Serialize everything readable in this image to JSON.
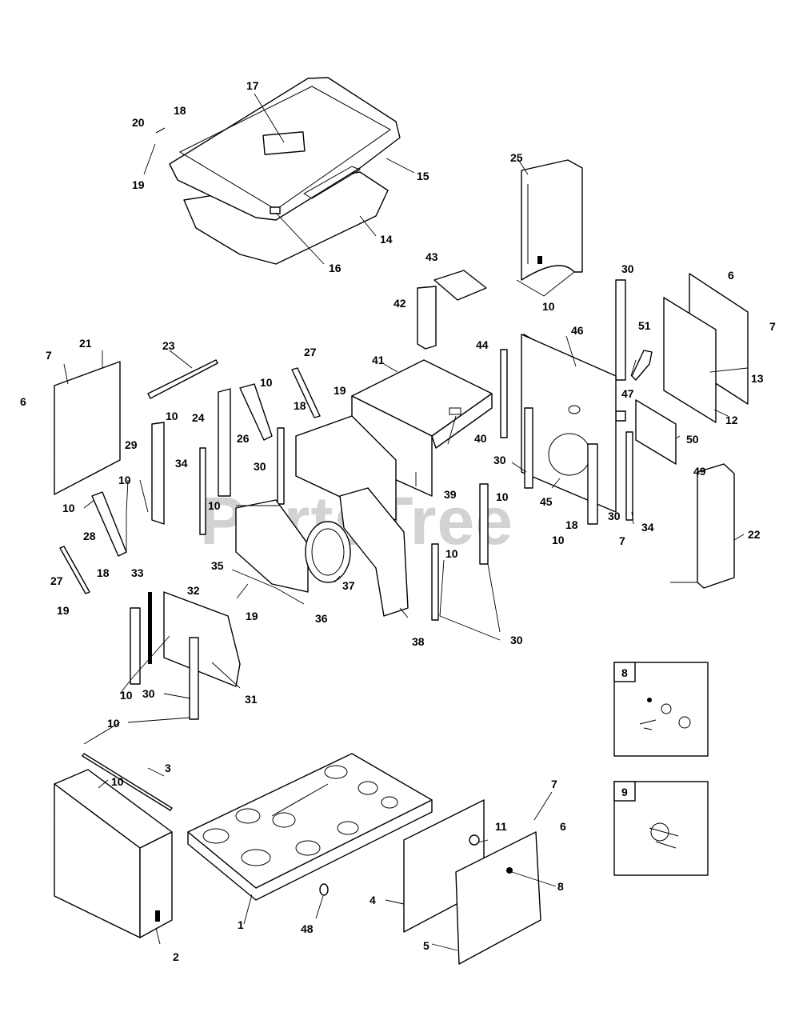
{
  "watermark": "PartsTree",
  "callouts": [
    {
      "id": "c17",
      "text": "17"
    },
    {
      "id": "c20",
      "text": "20"
    },
    {
      "id": "c18a",
      "text": "18"
    },
    {
      "id": "c19a",
      "text": "19"
    },
    {
      "id": "c15",
      "text": "15"
    },
    {
      "id": "c14",
      "text": "14"
    },
    {
      "id": "c16",
      "text": "16"
    },
    {
      "id": "c25",
      "text": "25"
    },
    {
      "id": "c10a",
      "text": "10"
    },
    {
      "id": "c43",
      "text": "43"
    },
    {
      "id": "c42",
      "text": "42"
    },
    {
      "id": "c30a",
      "text": "30"
    },
    {
      "id": "c6a",
      "text": "6"
    },
    {
      "id": "c7a",
      "text": "7"
    },
    {
      "id": "c46",
      "text": "46"
    },
    {
      "id": "c44",
      "text": "44"
    },
    {
      "id": "c51",
      "text": "51"
    },
    {
      "id": "c13",
      "text": "13"
    },
    {
      "id": "c47",
      "text": "47"
    },
    {
      "id": "c12",
      "text": "12"
    },
    {
      "id": "c50",
      "text": "50"
    },
    {
      "id": "c49",
      "text": "49"
    },
    {
      "id": "c21",
      "text": "21"
    },
    {
      "id": "c7b",
      "text": "7"
    },
    {
      "id": "c6b",
      "text": "6"
    },
    {
      "id": "c23",
      "text": "23"
    },
    {
      "id": "c10b",
      "text": "10"
    },
    {
      "id": "c27a",
      "text": "27"
    },
    {
      "id": "c41",
      "text": "41"
    },
    {
      "id": "c10c",
      "text": "10"
    },
    {
      "id": "c19b",
      "text": "19"
    },
    {
      "id": "c18b",
      "text": "18"
    },
    {
      "id": "c24",
      "text": "24"
    },
    {
      "id": "c26",
      "text": "26"
    },
    {
      "id": "c40",
      "text": "40"
    },
    {
      "id": "c29",
      "text": "29"
    },
    {
      "id": "c34a",
      "text": "34"
    },
    {
      "id": "c30b",
      "text": "30"
    },
    {
      "id": "c10d",
      "text": "10"
    },
    {
      "id": "c10e",
      "text": "10"
    },
    {
      "id": "c10f",
      "text": "10"
    },
    {
      "id": "c39",
      "text": "39"
    },
    {
      "id": "c30c",
      "text": "30"
    },
    {
      "id": "c10g",
      "text": "10"
    },
    {
      "id": "c45",
      "text": "45"
    },
    {
      "id": "c30d",
      "text": "30"
    },
    {
      "id": "c18c",
      "text": "18"
    },
    {
      "id": "c10h",
      "text": "10"
    },
    {
      "id": "c7c",
      "text": "7"
    },
    {
      "id": "c34b",
      "text": "34"
    },
    {
      "id": "c22",
      "text": "22"
    },
    {
      "id": "c28",
      "text": "28"
    },
    {
      "id": "c27b",
      "text": "27"
    },
    {
      "id": "c18d",
      "text": "18"
    },
    {
      "id": "c19c",
      "text": "19"
    },
    {
      "id": "c33",
      "text": "33"
    },
    {
      "id": "c32",
      "text": "32"
    },
    {
      "id": "c35",
      "text": "35"
    },
    {
      "id": "c19d",
      "text": "19"
    },
    {
      "id": "c37",
      "text": "37"
    },
    {
      "id": "c36",
      "text": "36"
    },
    {
      "id": "c38",
      "text": "38"
    },
    {
      "id": "c10i",
      "text": "10"
    },
    {
      "id": "c30e",
      "text": "30"
    },
    {
      "id": "c10j",
      "text": "10"
    },
    {
      "id": "c30f",
      "text": "30"
    },
    {
      "id": "c31",
      "text": "31"
    },
    {
      "id": "c10k",
      "text": "10"
    },
    {
      "id": "c3",
      "text": "3"
    },
    {
      "id": "c10l",
      "text": "10"
    },
    {
      "id": "c2",
      "text": "2"
    },
    {
      "id": "c1",
      "text": "1"
    },
    {
      "id": "c48",
      "text": "48"
    },
    {
      "id": "c4",
      "text": "4"
    },
    {
      "id": "c11",
      "text": "11"
    },
    {
      "id": "c7d",
      "text": "7"
    },
    {
      "id": "c6c",
      "text": "6"
    },
    {
      "id": "c8",
      "text": "8"
    },
    {
      "id": "c5",
      "text": "5"
    }
  ],
  "kits": [
    {
      "id": "kit8",
      "label": "8"
    },
    {
      "id": "kit9",
      "label": "9"
    }
  ]
}
